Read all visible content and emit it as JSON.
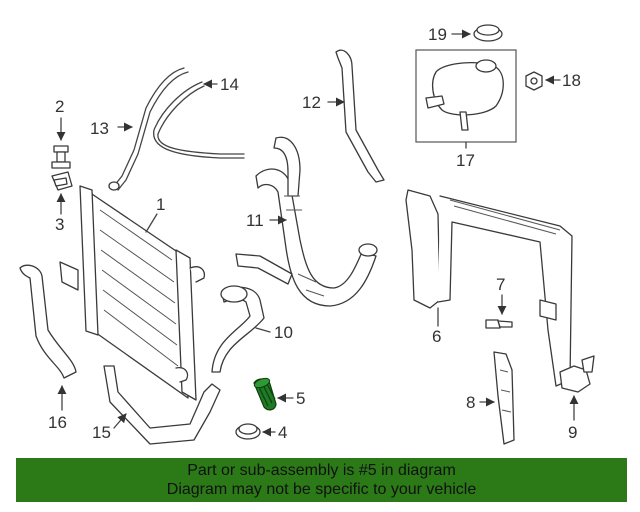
{
  "banner": {
    "line1": "Part or sub-assembly is #5 in diagram",
    "line2": "Diagram may not be specific to your vehicle",
    "color": "#2b7a17"
  },
  "callouts": {
    "c1": "1",
    "c2": "2",
    "c3": "3",
    "c4": "4",
    "c5": "5",
    "c6": "6",
    "c7": "7",
    "c8": "8",
    "c9": "9",
    "c10": "10",
    "c11": "11",
    "c12": "12",
    "c13": "13",
    "c14": "14",
    "c15": "15",
    "c16": "16",
    "c17": "17",
    "c18": "18",
    "c19": "19"
  },
  "highlight_part": "5",
  "highlight_color": "#1e7a24"
}
